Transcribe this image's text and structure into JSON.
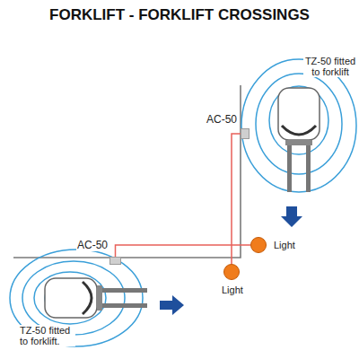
{
  "diagram": {
    "title": "FORKLIFT - FORKLIFT CROSSINGS",
    "nodes": [
      {
        "text": [
          "AC-50"
        ]
      },
      {
        "text": [
          "AC-50"
        ]
      },
      {
        "text": [
          "Light"
        ]
      },
      {
        "text": [
          "Light"
        ]
      }
    ],
    "edges": [
      {
        "from": 0,
        "to": 3,
        "arrow": "none"
      },
      {
        "from": 1,
        "to": 2,
        "arrow": "none"
      }
    ],
    "labels": [
      "TZ-50 fitted to forklift",
      "TZ-50 fitted to forklift."
    ]
  }
}
